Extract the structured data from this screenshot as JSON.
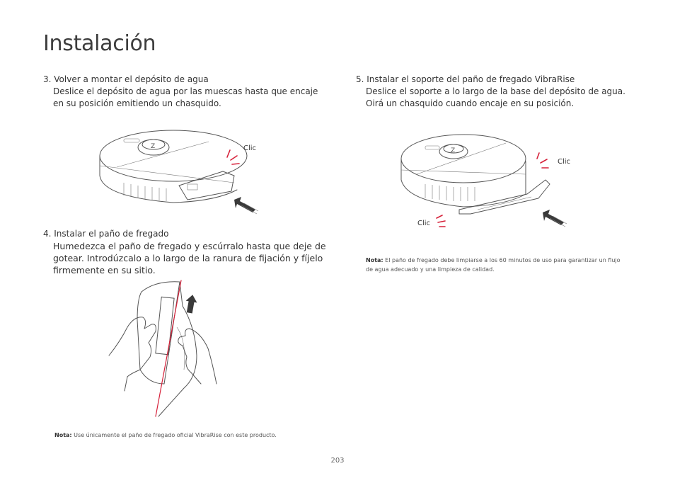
{
  "page": {
    "title": "Instalación",
    "page_number": "203"
  },
  "step3": {
    "heading": "3. Volver a montar el depósito de agua",
    "body_line1": "Deslice el depósito de agua por las muescas hasta que encaje",
    "body_line2": "en su posición emitiendo un chasquido.",
    "click_label": "Clic"
  },
  "step4": {
    "heading": "4. Instalar el paño de fregado",
    "body_line1": "Humedezca el paño de fregado y escúrralo hasta que deje de",
    "body_line2": "gotear. Introdúzcalo a lo largo de la ranura de fijación y fíjelo",
    "body_line3": "firmemente en su sitio.",
    "note_label": "Nota:",
    "note_text": "Use únicamente el paño de fregado oficial VibraRise con este producto."
  },
  "step5": {
    "heading": "5. Instalar el soporte del paño de fregado VibraRise",
    "body_line1": "Deslice el soporte a lo largo de la base del depósito de agua.",
    "body_line2": "Oirá un chasquido cuando encaje en su posición.",
    "click_label_top": "Clic",
    "click_label_bottom": "Clic",
    "note_label": "Nota:",
    "note_line1": "El paño de fregado debe limpiarse a los 60 minutos de uso para garantizar un flujo",
    "note_line2": "de agua adecuado y una limpieza de calidad."
  },
  "colors": {
    "accent_red": "#d6213a",
    "text": "#333333"
  },
  "icons": [
    "push-arrow-icon",
    "click-mark-icon",
    "up-arrow-icon"
  ]
}
